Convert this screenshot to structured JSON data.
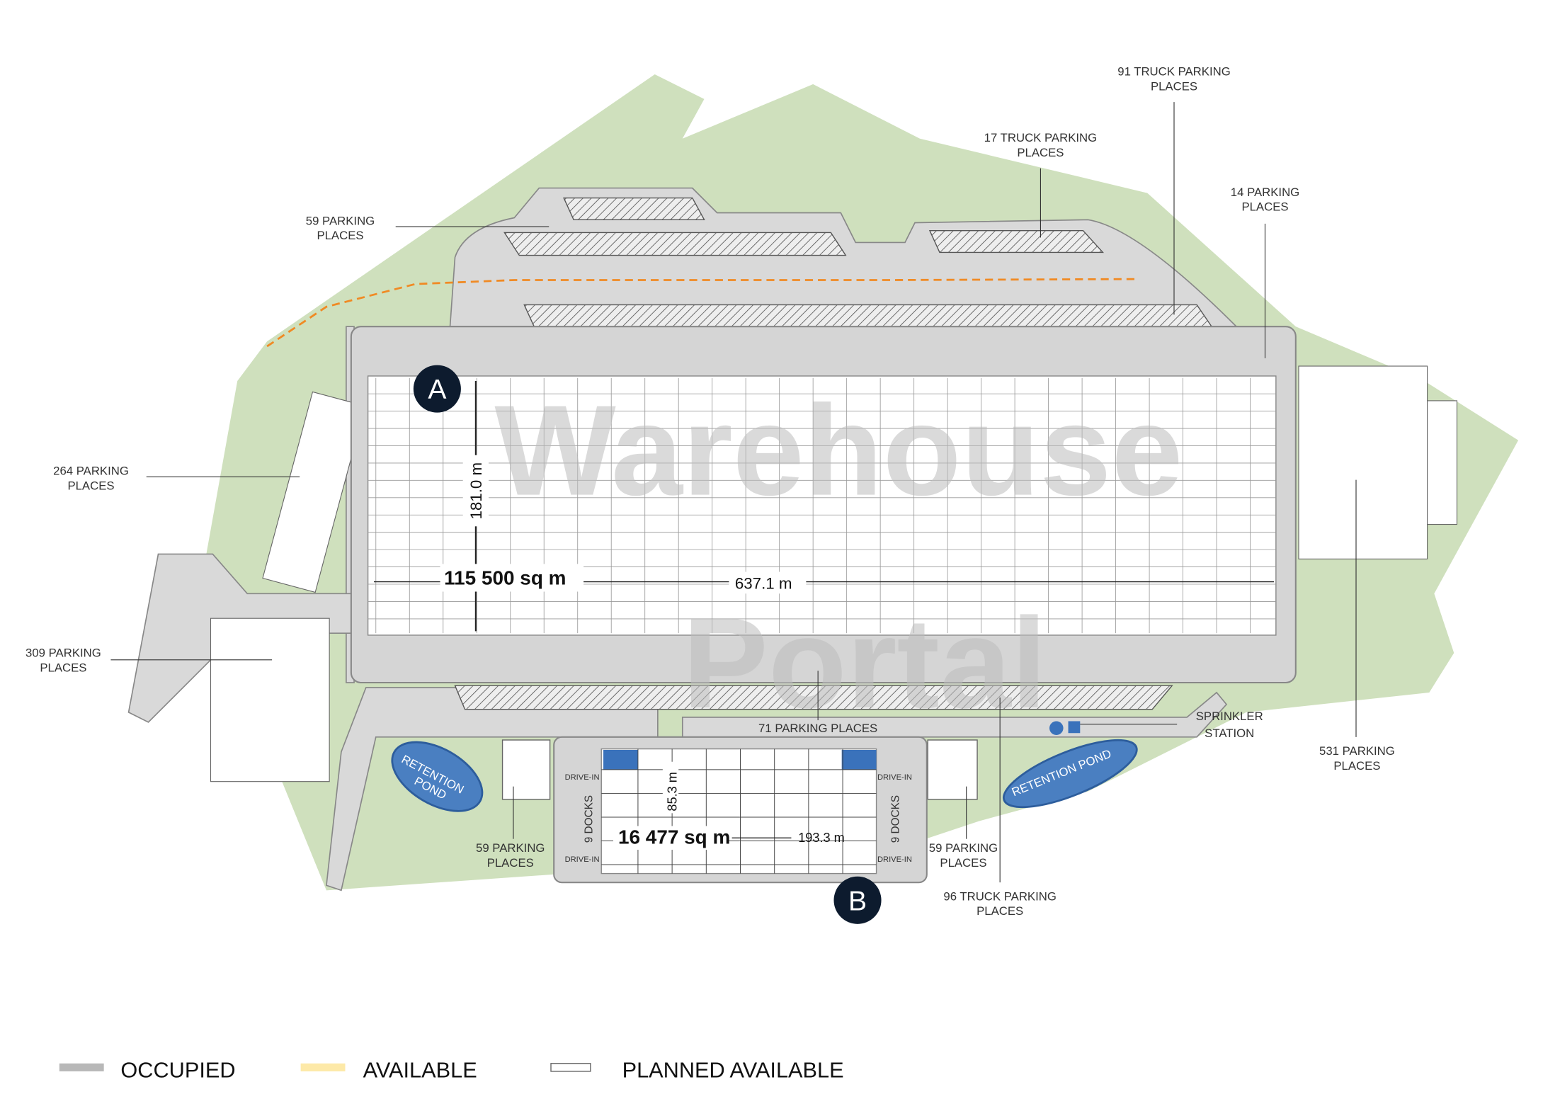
{
  "buildings": {
    "a": {
      "marker": "A",
      "area": "115 500 sq m",
      "length": "637.1 m",
      "width": "181.0 m"
    },
    "b": {
      "marker": "B",
      "area": "16 477 sq m",
      "length": "193.3 m",
      "width": "85.3 m",
      "docks_left": "9 DOCKS",
      "docks_right": "9 DOCKS",
      "drive_in": "DRIVE-IN"
    }
  },
  "labels": {
    "p59_top": [
      "59 PARKING",
      "PLACES"
    ],
    "truck17": [
      "17 TRUCK PARKING",
      "PLACES"
    ],
    "truck91": [
      "91 TRUCK PARKING",
      "PLACES"
    ],
    "p14": [
      "14 PARKING",
      "PLACES"
    ],
    "p264": [
      "264 PARKING",
      "PLACES"
    ],
    "p309": [
      "309 PARKING",
      "PLACES"
    ],
    "p71": "71 PARKING PLACES",
    "sprinkler": [
      "SPRINKLER",
      "STATION"
    ],
    "p531": [
      "531 PARKING",
      "PLACES"
    ],
    "p59_left": [
      "59 PARKING",
      "PLACES"
    ],
    "p59_right": [
      "59 PARKING",
      "PLACES"
    ],
    "truck96": [
      "96 TRUCK PARKING",
      "PLACES"
    ],
    "pond_left": [
      "RETENTION",
      "POND"
    ],
    "pond_right": "RETENTION POND"
  },
  "watermark": [
    "Warehouse",
    "Portal"
  ],
  "legend": [
    {
      "label": "OCCUPIED",
      "color": "#b8b8b8"
    },
    {
      "label": "AVAILABLE",
      "color": "#fde9a8"
    },
    {
      "label": "PLANNED AVAILABLE",
      "color": "#ffffff"
    }
  ],
  "colors": {
    "site": "#cfe0bd",
    "road": "#d9d9d9",
    "marker": "#0d1b2e",
    "pond": "#4a7fc1",
    "dock": "#3a72bb",
    "route": "#f08a24"
  }
}
